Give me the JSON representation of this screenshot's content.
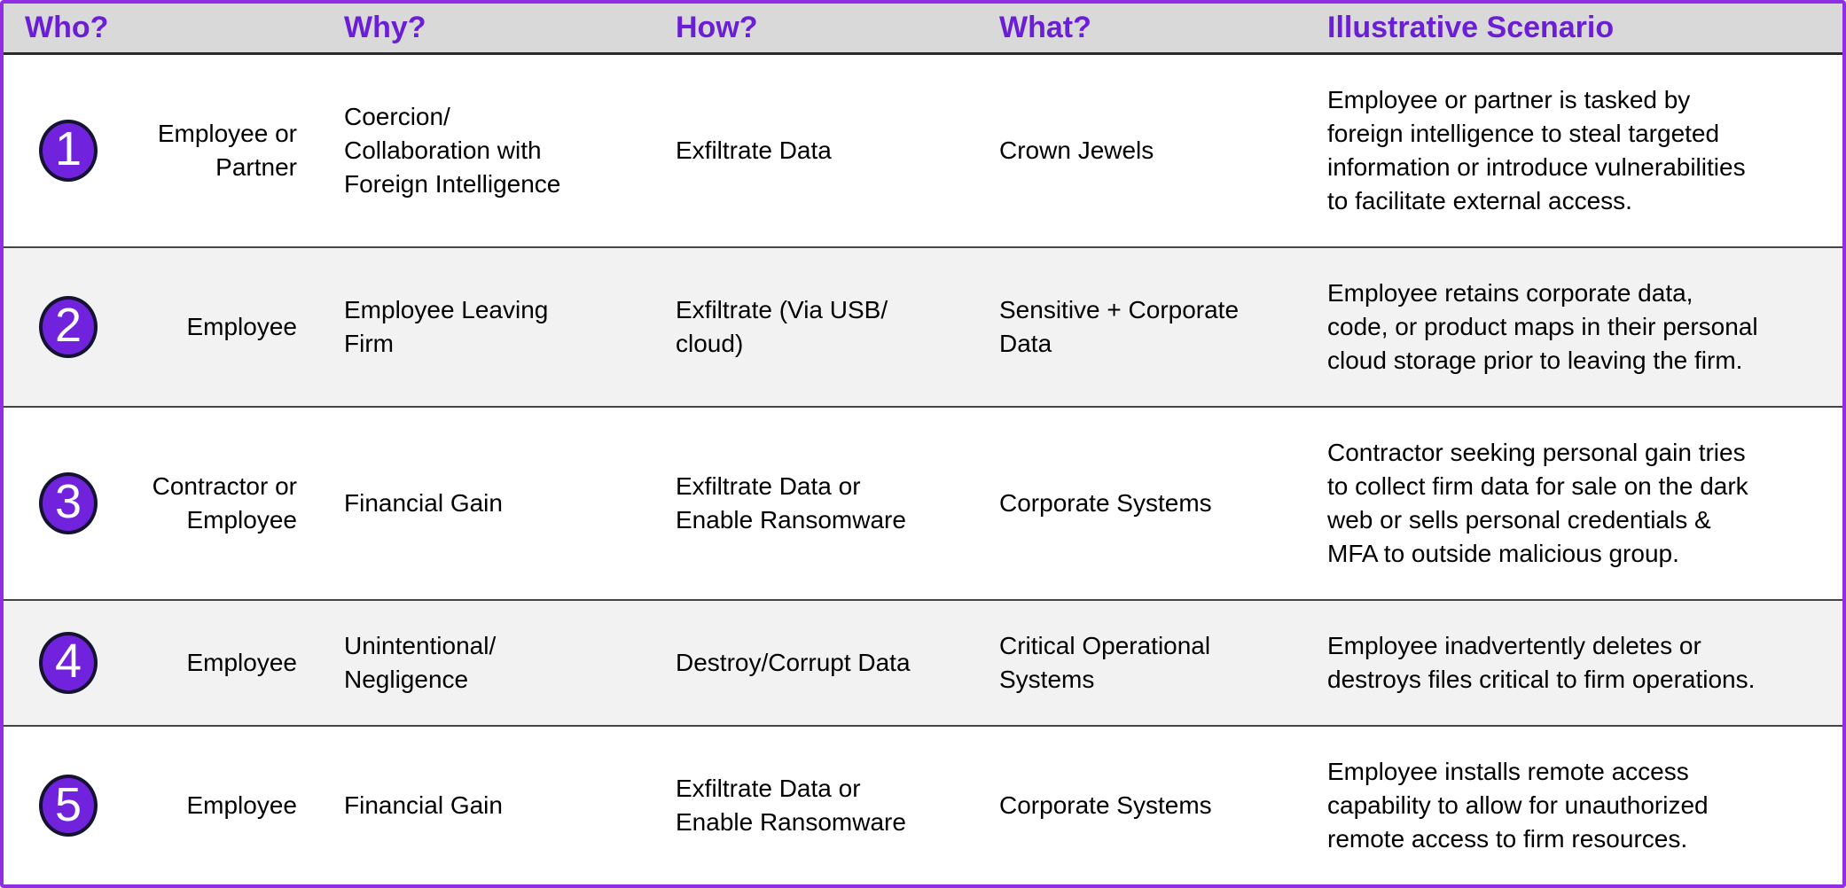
{
  "colors": {
    "accent": "#7122dc",
    "header-text": "#6c1ed6",
    "outer-border": "#8f2ee2",
    "header-bg": "#d9d9d9",
    "row-bg": "#ffffff",
    "row-alt-bg": "#f2f2f2",
    "separator": "#454545",
    "header-separator": "#2b2b2b",
    "badge-border": "#141432",
    "body-text": "#000000"
  },
  "table": {
    "columns": [
      {
        "key": "who",
        "label": "Who?"
      },
      {
        "key": "why",
        "label": "Why?"
      },
      {
        "key": "how",
        "label": "How?"
      },
      {
        "key": "what",
        "label": "What?"
      },
      {
        "key": "scenario",
        "label": "Illustrative Scenario"
      }
    ],
    "rows": [
      {
        "num": "1",
        "who": "Employee or\nPartner",
        "why": "Coercion/\nCollaboration with\nForeign Intelligence",
        "how": "Exfiltrate Data",
        "what": "Crown Jewels",
        "scenario": "Employee or partner is tasked by\nforeign intelligence to steal targeted\ninformation or introduce vulnerabilities\nto facilitate external access."
      },
      {
        "num": "2",
        "who": "Employee",
        "why": "Employee Leaving\nFirm",
        "how": "Exfiltrate (Via USB/\ncloud)",
        "what": "Sensitive + Corporate\nData",
        "scenario": "Employee retains corporate data,\ncode, or product maps in their personal\ncloud storage prior to leaving the firm."
      },
      {
        "num": "3",
        "who": "Contractor or\nEmployee",
        "why": "Financial Gain",
        "how": "Exfiltrate Data or\nEnable Ransomware",
        "what": "Corporate Systems",
        "scenario": "Contractor seeking personal gain tries\nto collect firm data for sale on the dark\nweb or sells personal credentials &\nMFA to outside malicious group."
      },
      {
        "num": "4",
        "who": "Employee",
        "why": "Unintentional/\nNegligence",
        "how": "Destroy/Corrupt Data",
        "what": "Critical Operational\nSystems",
        "scenario": "Employee inadvertently deletes or\ndestroys files critical to firm operations."
      },
      {
        "num": "5",
        "who": "Employee",
        "why": "Financial Gain",
        "how": "Exfiltrate Data or\nEnable Ransomware",
        "what": "Corporate Systems",
        "scenario": "Employee installs remote access\ncapability to allow for unauthorized\nremote access to firm resources."
      }
    ]
  }
}
